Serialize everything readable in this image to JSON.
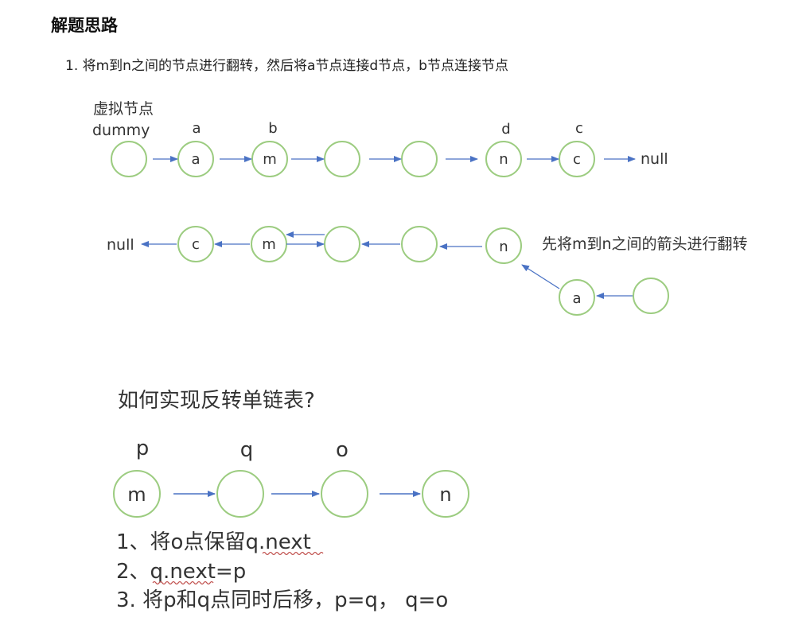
{
  "heading": "解题思路",
  "step1": "1. 将m到n之间的节点进行翻转，然后将a节点连接d节点，b节点连接节点",
  "top_diagram": {
    "dummy_label_line1": "虚拟节点",
    "dummy_label_line2": "dummy",
    "row1": {
      "above_labels": [
        "",
        "a",
        "b",
        "",
        "",
        "d",
        "c"
      ],
      "nodes": [
        "",
        "a",
        "m",
        "",
        "",
        "n",
        "c"
      ],
      "tail": "null"
    },
    "row2": {
      "nodes": [
        "c",
        "m",
        "",
        "",
        "n"
      ],
      "head": "null",
      "note": "先将m到n之间的箭头进行翻转",
      "bottom_nodes": [
        "a",
        ""
      ]
    }
  },
  "reverse_section": {
    "question": "如何实现反转单链表?",
    "pointer_labels": [
      "p",
      "q",
      "o",
      ""
    ],
    "nodes": [
      "m",
      "",
      "",
      "n"
    ],
    "steps": [
      {
        "prefix": "1、将o点保留",
        "code": "q.next"
      },
      {
        "prefix": "2、",
        "code": "q.next",
        "suffix": "=p"
      },
      {
        "prefix": "3. 将p和q点同时后移，p=q， q=o"
      }
    ]
  },
  "colors": {
    "node_stroke": "#9ccc80",
    "arrow": "#4a72c4",
    "spell_underline": "#c0504d"
  }
}
